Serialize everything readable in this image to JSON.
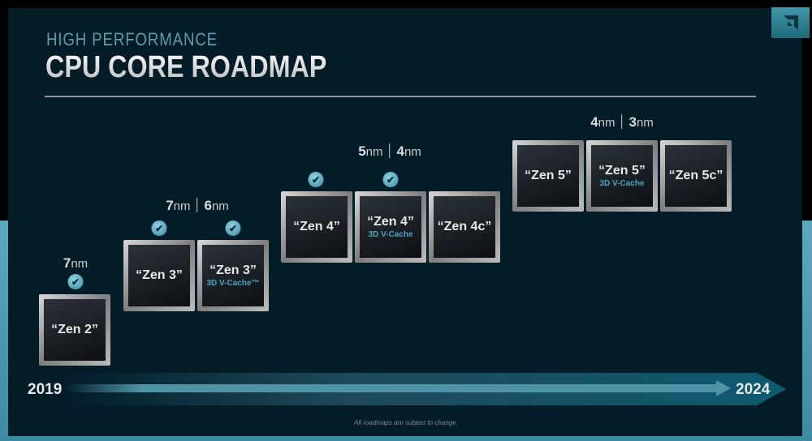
{
  "header": {
    "subtitle": "HIGH PERFORMANCE",
    "title": "CPU CORE ROADMAP"
  },
  "logo": "AMD",
  "nodes": [
    {
      "a": "7",
      "unit": "nm"
    },
    {
      "a": "7",
      "b": "6",
      "unit": "nm"
    },
    {
      "a": "5",
      "b": "4",
      "unit": "nm"
    },
    {
      "a": "4",
      "b": "3",
      "unit": "nm"
    }
  ],
  "chips": [
    {
      "name": "“Zen 2”"
    },
    {
      "name": "“Zen 3”"
    },
    {
      "name": "“Zen 3”",
      "sub": "3D V-Cache™"
    },
    {
      "name": "“Zen 4”"
    },
    {
      "name": "“Zen 4”",
      "sub": "3D V-Cache"
    },
    {
      "name": "“Zen 4c”"
    },
    {
      "name": "“Zen 5”"
    },
    {
      "name": "“Zen 5”",
      "sub": "3D V-Cache"
    },
    {
      "name": "“Zen 5c”"
    }
  ],
  "checks": "✔",
  "timeline": {
    "start": "2019",
    "end": "2024"
  },
  "footnote": "All roadmaps are subject to change."
}
